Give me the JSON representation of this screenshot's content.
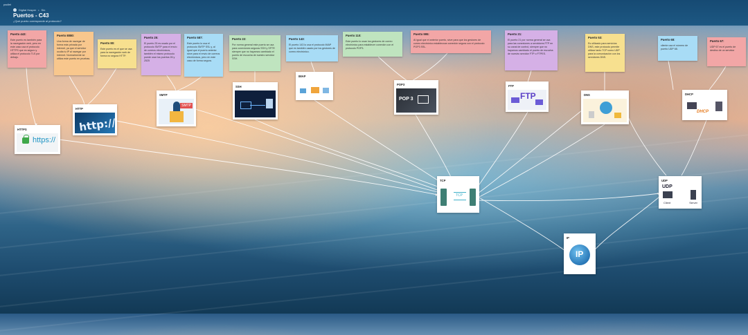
{
  "app": {
    "crumb": "padlet"
  },
  "board": {
    "breadcrumb": [
      "Digital Hosper",
      "Sin"
    ],
    "title": "Puertos - C43",
    "subtitle": "¿Qué puerto corresponde al protocolo?"
  },
  "notes": [
    {
      "title": "Puerto 443:",
      "body": "Este puerto es también para la navegación web, pero en este caso usa el protocolo HTTPS que es seguro y utiliza el protocolo TLS por debajo.",
      "color": "pink"
    },
    {
      "title": "Puerto 8080:",
      "body": "Una forma de navegar de forma más privada por internet, ya que el servidor oculta tu IP al navegar por Internet. Normalmente se utiliza este puerto en pruebas.",
      "color": "orange"
    },
    {
      "title": "Puerto 80:",
      "body": "Este puerto es el que se usa para la navegación web de forma no segura HTTP.",
      "color": "yellow"
    },
    {
      "title": "Puerto 25:",
      "body": "El puerto 25 es usado por el protocolo SMTP para el envío de correos electrónicos, también el mismo protocolo puede usar los puertos 26 y 2525",
      "color": "purple"
    },
    {
      "title": "Puerto 587:",
      "body": "Este puerto lo usa el protocolo SMTP SSL y, al igual que el puerto anterior sirve para el envío de correos electrónicos, pero en este caso de forma segura.",
      "color": "blue"
    },
    {
      "title": "Puerto 22:",
      "body": "Por norma general este puerto se usa para conexiones seguras SSH y SFTR siempre que no hayamos cambiado el puerto de escucha de nuestro servidor SSH.",
      "color": "green"
    },
    {
      "title": "Puerto 143:",
      "body": "El puerto 143 lo usa el protocolo IMAP que es también usado por los gestores de correo electrónico.",
      "color": "blue"
    },
    {
      "title": "Puerto 110:",
      "body": "Este puerto lo usan los gestores de correo electrónico para establecer conexión con el protocolo POP3.",
      "color": "green"
    },
    {
      "title": "Puerto 995:",
      "body": "Al igual que el anterior puerto, sirve para que los gestores de correo electrónico establezcan conexión segura con el protocolo POP3 SSL.",
      "color": "pink"
    },
    {
      "title": "Puerto 21:",
      "body": "El puerto 21 por norma general se usa para las conexiones a servidores FTP en su canal de control, siempre que no hayamos cambiado el puerto de escucha de nuestro servidor FTP o FTPES.",
      "color": "purple"
    },
    {
      "title": "Puerto 53:",
      "body": "Es utilizado para servicios DNS, este protocolo permite utilizar tanto TCP como UDP para la comunicación con los servidores DNS.",
      "color": "yellow"
    },
    {
      "title": "Puerto 68:",
      "body": "cliente usa el número de puerto UDP 68.",
      "color": "blue"
    },
    {
      "title": "Puerto 67:",
      "body": "UDP 67 es el puerto de destino de un servidor",
      "color": "pink"
    }
  ],
  "cards": [
    {
      "label": "HTTPS",
      "caption": "https://"
    },
    {
      "label": "HTTP",
      "caption": "http://www"
    },
    {
      "label": "SMTP",
      "caption": "SMTP"
    },
    {
      "label": "SSH",
      "caption": ""
    },
    {
      "label": "IMAP",
      "caption": ""
    },
    {
      "label": "POP3",
      "caption": "POP 3"
    },
    {
      "label": "FTP",
      "caption": "FTP"
    },
    {
      "label": "DNS",
      "caption": ""
    },
    {
      "label": "DHCP",
      "caption": "DHCP"
    },
    {
      "label": "TCP",
      "caption": "TCP"
    },
    {
      "label": "UDP",
      "caption": "UDP",
      "client": "Client",
      "server": "Server"
    },
    {
      "label": "IP",
      "caption": "IP"
    }
  ]
}
